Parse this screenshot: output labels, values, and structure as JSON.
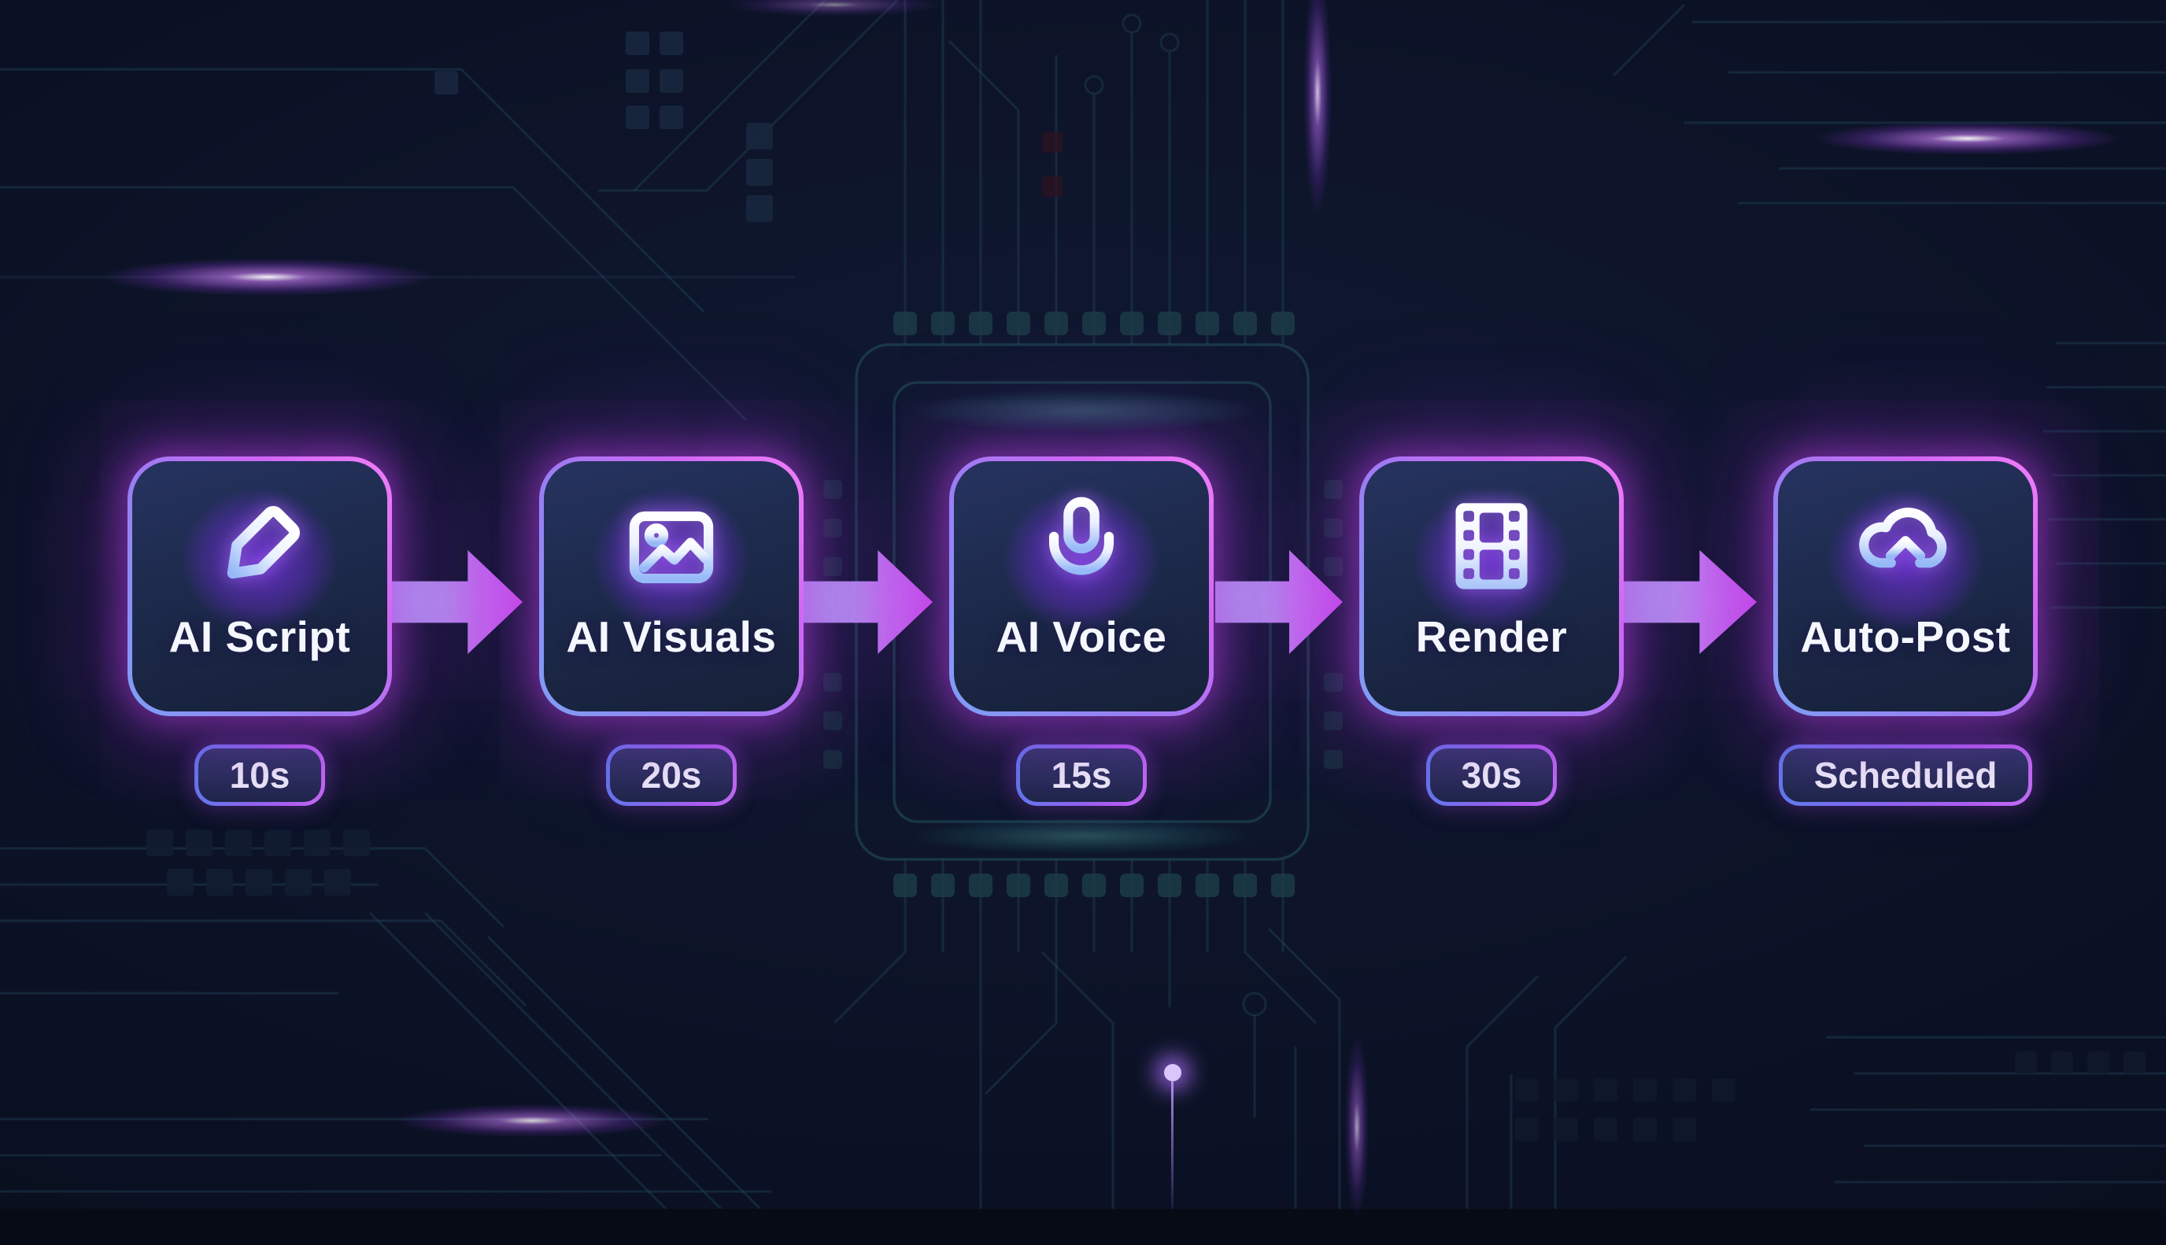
{
  "steps": [
    {
      "label": "AI Script",
      "badge": "10s",
      "icon": "pencil-icon"
    },
    {
      "label": "AI Visuals",
      "badge": "20s",
      "icon": "image-icon"
    },
    {
      "label": "AI Voice",
      "badge": "15s",
      "icon": "microphone-icon"
    },
    {
      "label": "Render",
      "badge": "30s",
      "icon": "film-icon"
    },
    {
      "label": "Auto-Post",
      "badge": "Scheduled",
      "icon": "cloud-upload-icon"
    }
  ],
  "colors": {
    "background": "#0b1124",
    "card_fill": "#1d2a4c",
    "card_border_blue": "#7e9ff5",
    "card_border_pink": "#f07ef8",
    "glow_magenta": "#c642ec",
    "arrow_start": "#b3a7f3",
    "arrow_end": "#d354f6",
    "badge_fill": "#1c2646",
    "circuit_trace": "#27536b",
    "label_text": "#f5f7ff"
  }
}
